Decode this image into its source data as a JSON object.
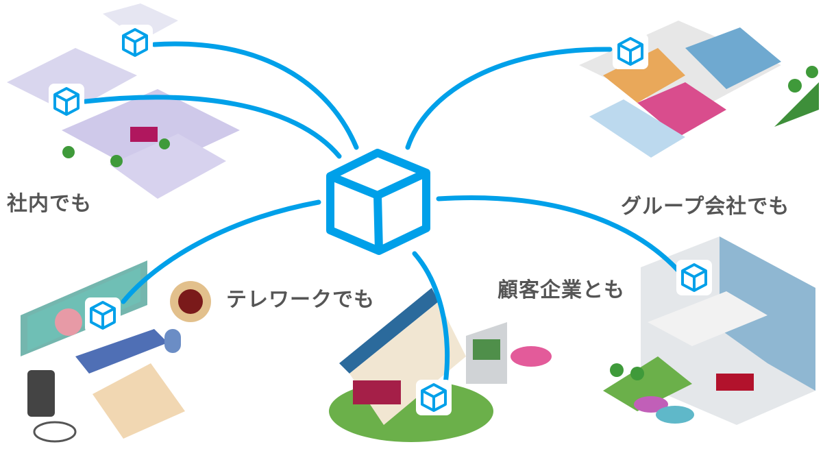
{
  "colors": {
    "accent": "#00a0e9",
    "label": "#555555"
  },
  "labels": {
    "in_house": "社内でも",
    "group_company": "グループ会社でも",
    "telework": "テレワークでも",
    "client_company": "顧客企業とも"
  },
  "icons": {
    "hub": "cube-icon",
    "node": "cube-icon"
  }
}
